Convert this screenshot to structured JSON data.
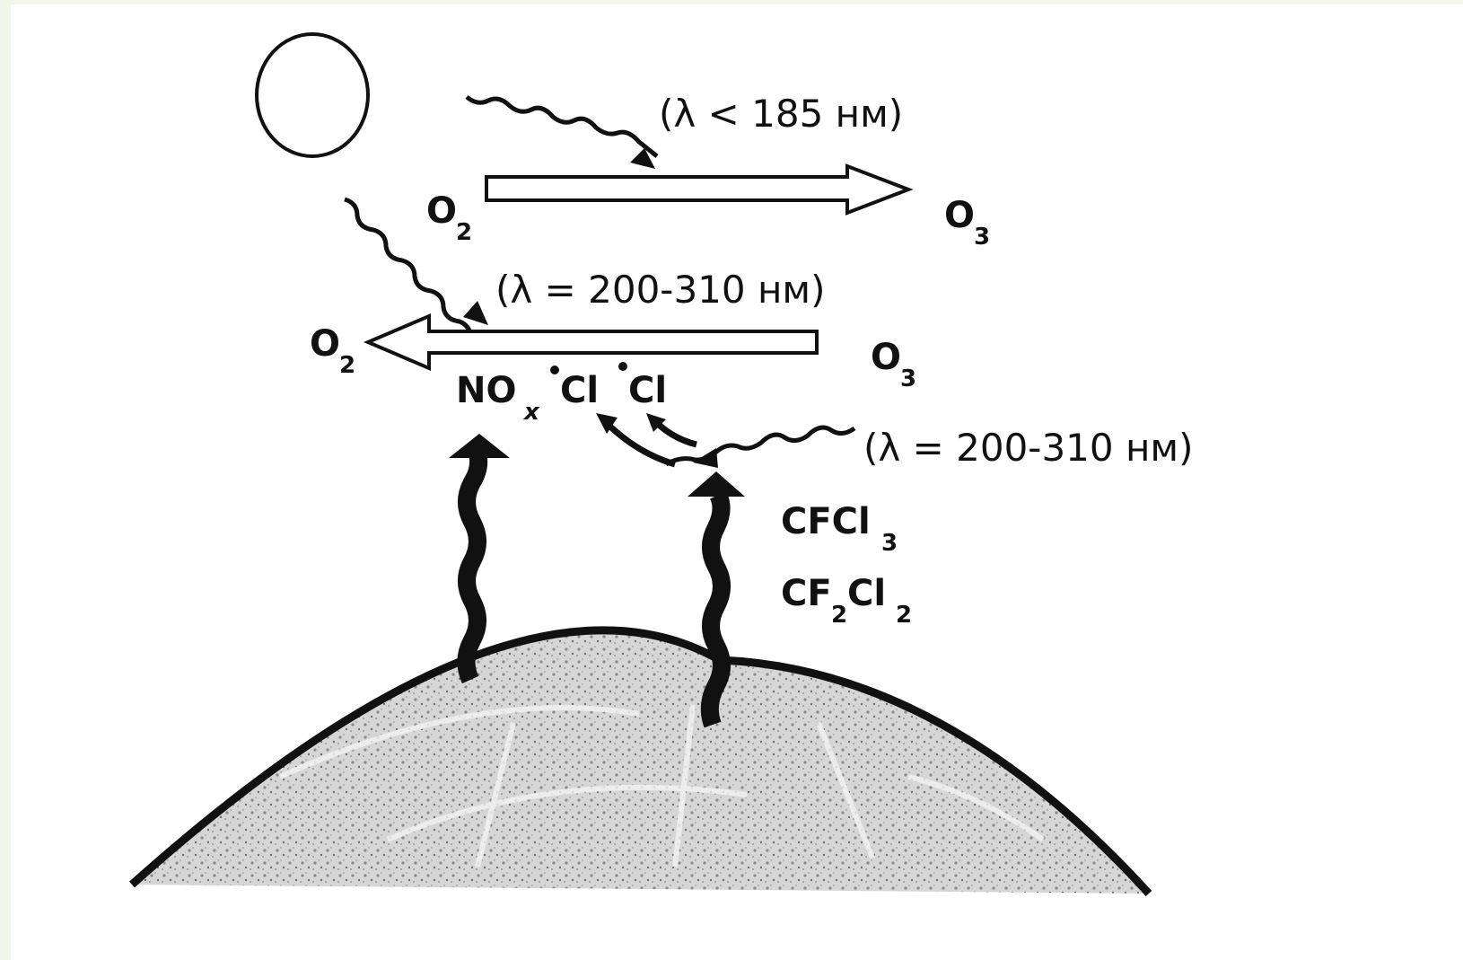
{
  "diagram": {
    "wavelength_top": "(λ < 185 нм)",
    "wavelength_mid": "(λ  = 200-310 нм)",
    "wavelength_right": "(λ  = 200-310 нм)",
    "o2_top": "O",
    "o2_top_sub": "2",
    "o3_top": "O",
    "o3_top_sub": "3",
    "o2_mid": "O",
    "o2_mid_sub": "2",
    "o3_mid": "O",
    "o3_mid_sub": "3",
    "nox": "NO",
    "nox_sub": "x",
    "cl_radical_1": "Cl",
    "cl_radical_2": "Cl",
    "cfcl3": "CFCl",
    "cfcl3_sub": "3",
    "cf2cl2_a": "CF",
    "cf2cl2_sub1": "2",
    "cf2cl2_b": "Cl",
    "cf2cl2_sub2": "2"
  },
  "colors": {
    "background": "#f3f6ea",
    "ink": "#111111",
    "earth_fill": "#c8c8c8"
  }
}
